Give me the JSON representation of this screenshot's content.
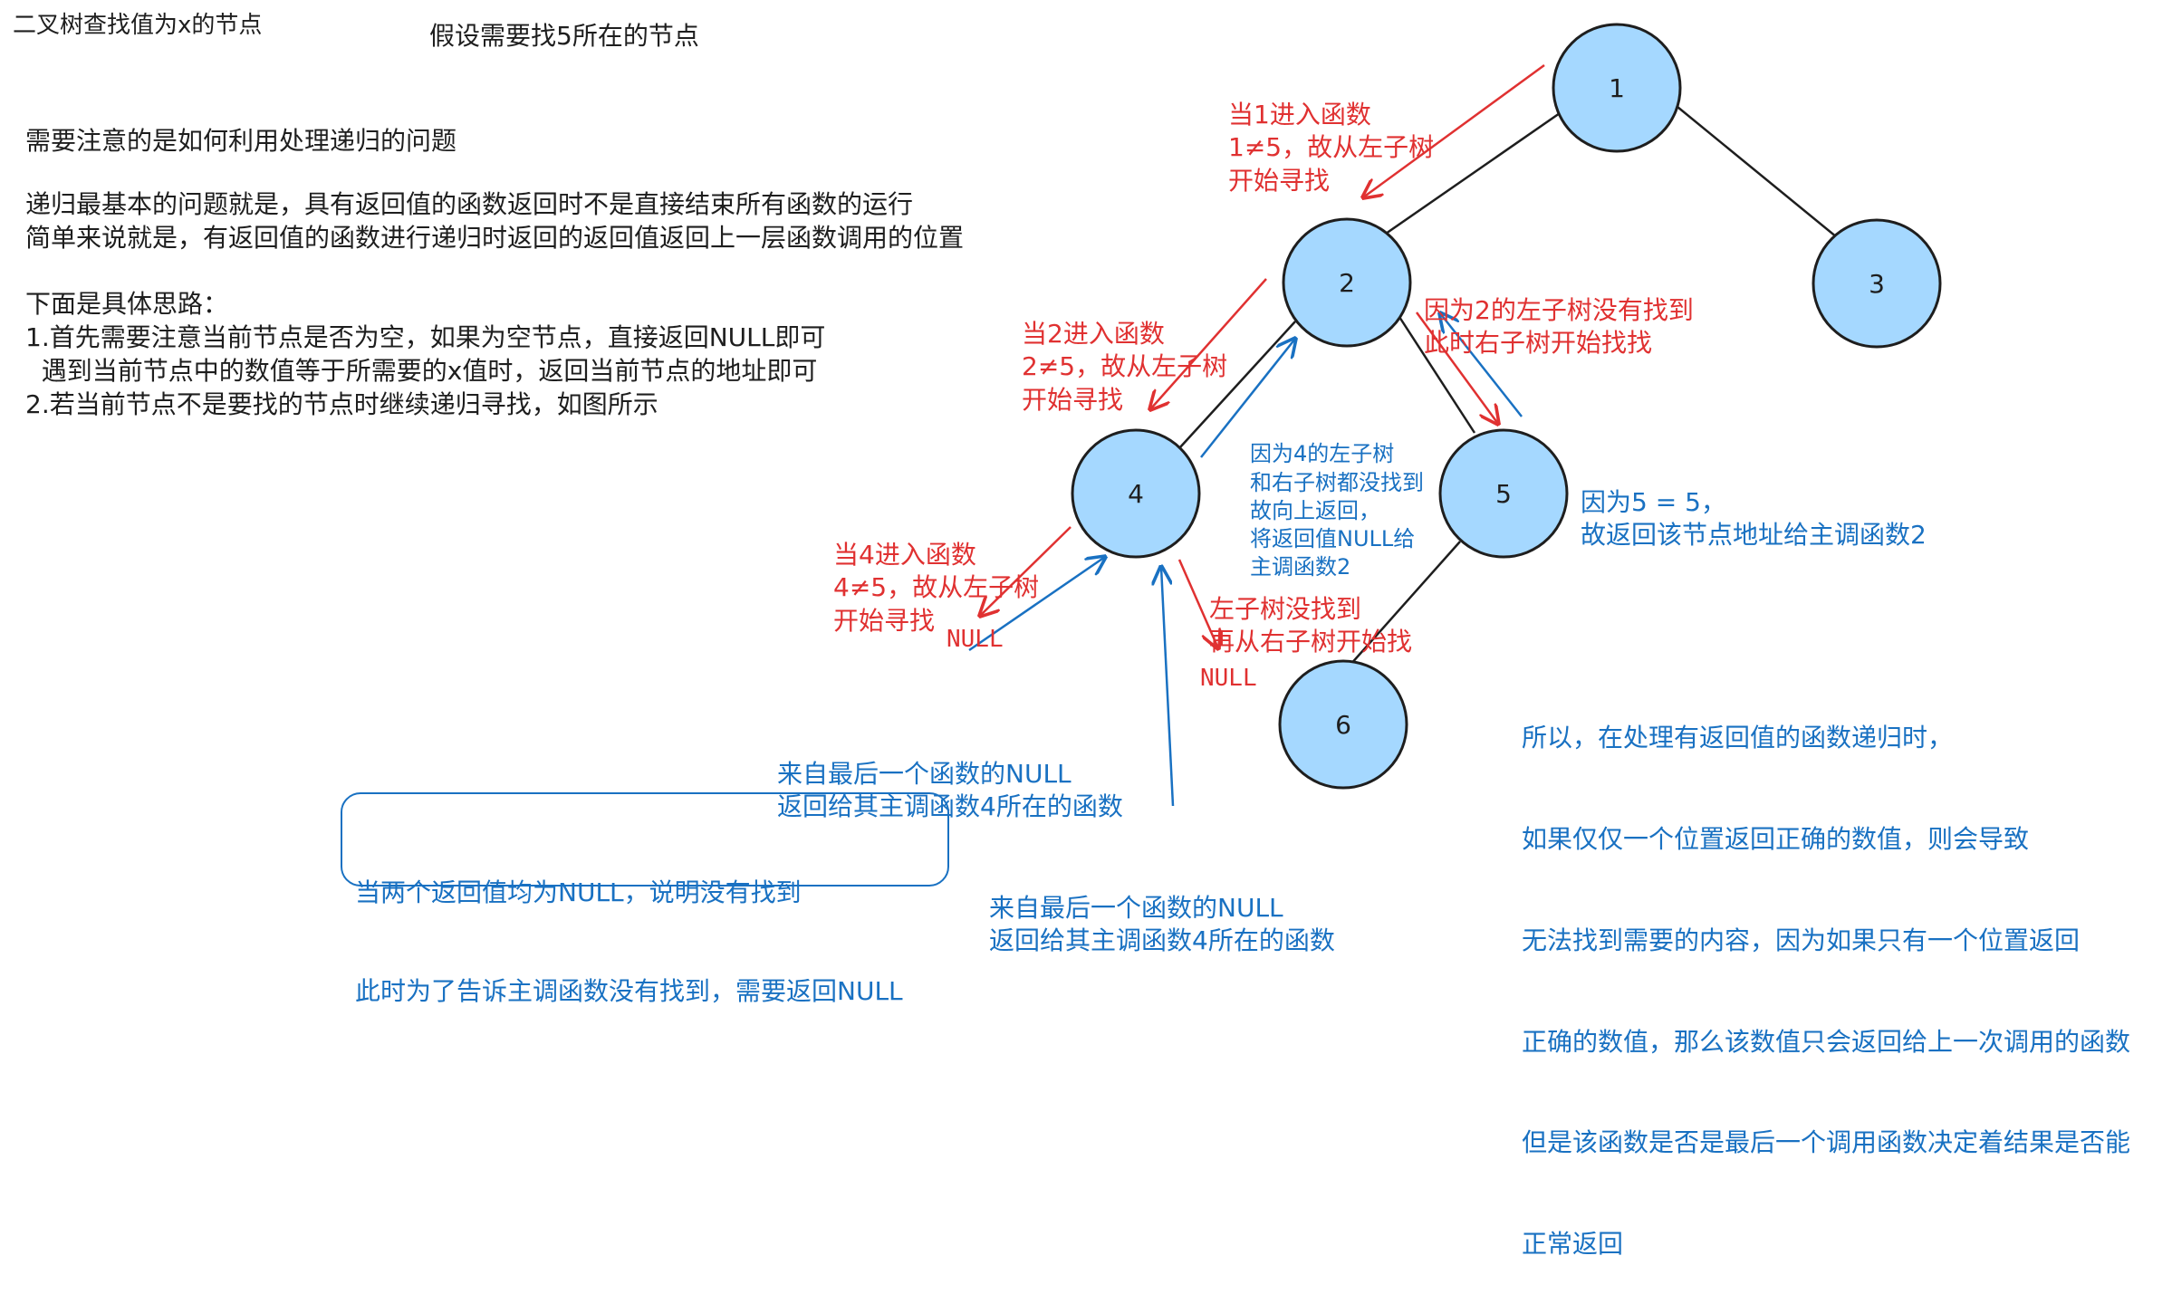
{
  "title": "二叉树查找值为x的节点",
  "assumption": "假设需要找5所在的节点",
  "explanation": {
    "line1": "需要注意的是如何利用处理递归的问题",
    "line2": "递归最基本的问题就是，具有返回值的函数返回时不是直接结束所有函数的运行",
    "line3": "简单来说就是，有返回值的函数进行递归时返回的返回值返回上一层函数调用的位置",
    "line4": "下面是具体思路：",
    "line5": "1.首先需要注意当前节点是否为空，如果为空节点，直接返回NULL即可",
    "line6": "  遇到当前节点中的数值等于所需要的x值时，返回当前节点的地址即可",
    "line7": "2.若当前节点不是要找的节点时继续递归寻找，如图所示"
  },
  "nodes": {
    "n1": "1",
    "n2": "2",
    "n3": "3",
    "n4": "4",
    "n5": "5",
    "n6": "6"
  },
  "annotations": {
    "enter1": [
      "当1进入函数",
      "1≠5，故从左子树",
      "开始寻找"
    ],
    "enter2": [
      "当2进入函数",
      "2≠5，故从左子树",
      "开始寻找"
    ],
    "enter4": [
      "当4进入函数",
      "4≠5，故从左子树",
      "开始寻找"
    ],
    "node2_right": [
      "因为2的左子树没有找到",
      "此时右子树开始找找"
    ],
    "node4_right": [
      "左子树没找到",
      "再从右子树开始找"
    ],
    "null_left": "NULL",
    "null_right": "NULL",
    "return4": [
      "因为4的左子树",
      "和右子树都没找到",
      "故向上返回，",
      "将返回值NULL给",
      "主调函数2"
    ],
    "found5": [
      "因为5 = 5，",
      "故返回该节点地址给主调函数2"
    ],
    "from_last_left": [
      "来自最后一个函数的NULL",
      "返回给其主调函数4所在的函数"
    ],
    "from_last_right": [
      "来自最后一个函数的NULL",
      "返回给其主调函数4所在的函数"
    ],
    "both_null_box": [
      "当两个返回值均为NULL，说明没有找到",
      "此时为了告诉主调函数没有找到，需要返回NULL"
    ],
    "conclusion": [
      "所以，在处理有返回值的函数递归时，",
      "如果仅仅一个位置返回正确的数值，则会导致",
      "无法找到需要的内容，因为如果只有一个位置返回",
      "正确的数值，那么该数值只会返回给上一次调用的函数",
      "但是该函数是否是最后一个调用函数决定着结果是否能",
      "正常返回"
    ]
  },
  "colors": {
    "node_fill": "#a5d8ff",
    "stroke": "#1e1e1e",
    "red": "#e03131",
    "blue": "#1971c2"
  }
}
